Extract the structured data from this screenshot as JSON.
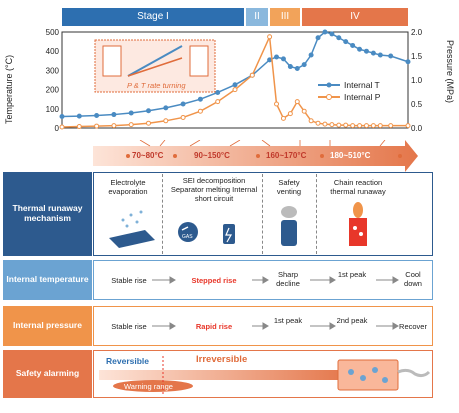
{
  "stages": {
    "s1": "Stage I",
    "s2": "II",
    "s3": "III",
    "s4": "IV"
  },
  "colors": {
    "blue": "#4a8bc2",
    "light_blue": "#7fb1d8",
    "orange": "#f0944a",
    "dark_orange": "#e06c3b",
    "navy": "#2d5a8e",
    "red": "#e8372a"
  },
  "chart_data": {
    "type": "line",
    "xlabel": "",
    "ylabel_left": "Temperature (°C)",
    "ylabel_right": "Pressure (MPa)",
    "ylim_left": [
      0,
      500
    ],
    "ylim_right": [
      0,
      2.0
    ],
    "left_ticks": [
      "0",
      "100",
      "200",
      "300",
      "400",
      "500"
    ],
    "right_ticks": [
      "0.0",
      "0.5",
      "1.0",
      "1.5",
      "2.0"
    ],
    "x": [
      0,
      5,
      10,
      15,
      20,
      25,
      30,
      35,
      40,
      45,
      50,
      55,
      60,
      62,
      64,
      66,
      68,
      70,
      72,
      74,
      76,
      78,
      80,
      82,
      84,
      86,
      88,
      90,
      92,
      95,
      100
    ],
    "series": [
      {
        "name": "Internal T",
        "values": [
          60,
          62,
          65,
          70,
          78,
          90,
          105,
          125,
          150,
          185,
          225,
          275,
          355,
          370,
          360,
          320,
          310,
          330,
          380,
          470,
          500,
          490,
          470,
          450,
          430,
          410,
          400,
          390,
          380,
          375,
          345
        ]
      },
      {
        "name": "Internal P",
        "values": [
          0.02,
          0.03,
          0.04,
          0.05,
          0.07,
          0.1,
          0.15,
          0.22,
          0.35,
          0.55,
          0.8,
          1.1,
          1.9,
          0.5,
          0.2,
          0.3,
          0.55,
          0.35,
          0.15,
          0.1,
          0.08,
          0.07,
          0.06,
          0.06,
          0.05,
          0.05,
          0.05,
          0.05,
          0.05,
          0.05,
          0.05
        ]
      }
    ],
    "legend": [
      "Internal T",
      "Internal P"
    ],
    "annotation": "P & T rate turning"
  },
  "temp_arrow": {
    "t1": "70~80°C",
    "t2": "90~150°C",
    "t3": "160~170°C",
    "t4": "180~510°C"
  },
  "mechanism": {
    "header": "Thermal runaway mechanism",
    "c1": "Electrolyte evaporation",
    "c2": "SEI decomposition Separator melting Internal short circuit",
    "c3": "Safety venting",
    "c4": "Chain reaction thermal runaway",
    "gas": "GAS"
  },
  "internal_temperature": {
    "header": "Internal temperature",
    "c1": "Stable rise",
    "c2": "Stepped rise",
    "c3": "Sharp decline",
    "c4": "1st peak",
    "c5": "Cool down"
  },
  "internal_pressure": {
    "header": "Internal pressure",
    "c1": "Stable rise",
    "c2": "Rapid rise",
    "c3": "1st peak",
    "c4": "2nd peak",
    "c5": "Recover"
  },
  "safety": {
    "header": "Safety alarming",
    "reversible": "Reversible",
    "irreversible": "Irreversible",
    "warning": "Warning range"
  }
}
